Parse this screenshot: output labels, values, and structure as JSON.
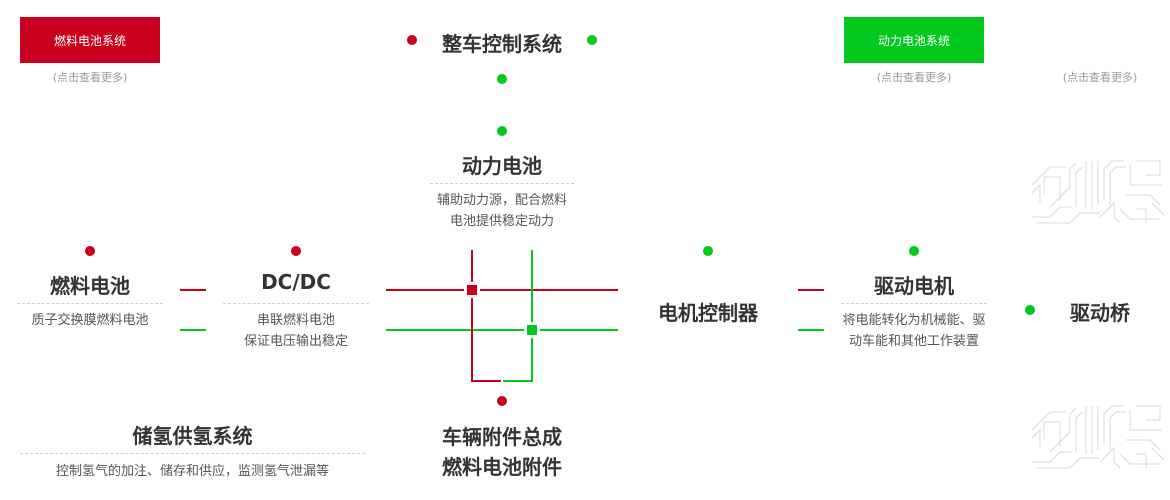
{
  "colors": {
    "red": "#c8001e",
    "green": "#03c81e",
    "title_text": "#333333",
    "desc_text": "#555555",
    "more_text": "#999999"
  },
  "top": {
    "fuel_cell_system_button": "燃料电池系统",
    "fuel_cell_system_more": "(点击查看更多)",
    "vehicle_control_title": "整车控制系统",
    "power_battery_system_button": "动力电池系统",
    "power_battery_system_more": "(点击查看更多)",
    "drive_system_more": "(点击查看更多)"
  },
  "nodes": {
    "power_battery": {
      "title": "动力电池",
      "desc": [
        "辅助动力源，配合燃料",
        "电池提供稳定动力"
      ]
    },
    "fuel_cell": {
      "title": "燃料电池",
      "desc": [
        "质子交换膜燃料电池"
      ]
    },
    "dcdc": {
      "title": "DC/DC",
      "desc": [
        "串联燃料电池",
        "保证电压输出稳定"
      ]
    },
    "motor_controller": {
      "title": "电机控制器"
    },
    "drive_motor": {
      "title": "驱动电机",
      "desc": [
        "将电能转化为机械能、驱",
        "动车能和其他工作装置"
      ]
    },
    "drive_axle": {
      "title": "驱动桥"
    },
    "hydrogen_system": {
      "title": "储氢供氢系统",
      "desc": [
        "控制氢气的加注、储存和供应，监测氢气泄漏等"
      ]
    },
    "accessories": {
      "title_lines": [
        "车辆附件总成",
        "燃料电池附件"
      ]
    }
  },
  "decorations": {
    "circuit_pattern_icon": "circuit-pattern"
  }
}
